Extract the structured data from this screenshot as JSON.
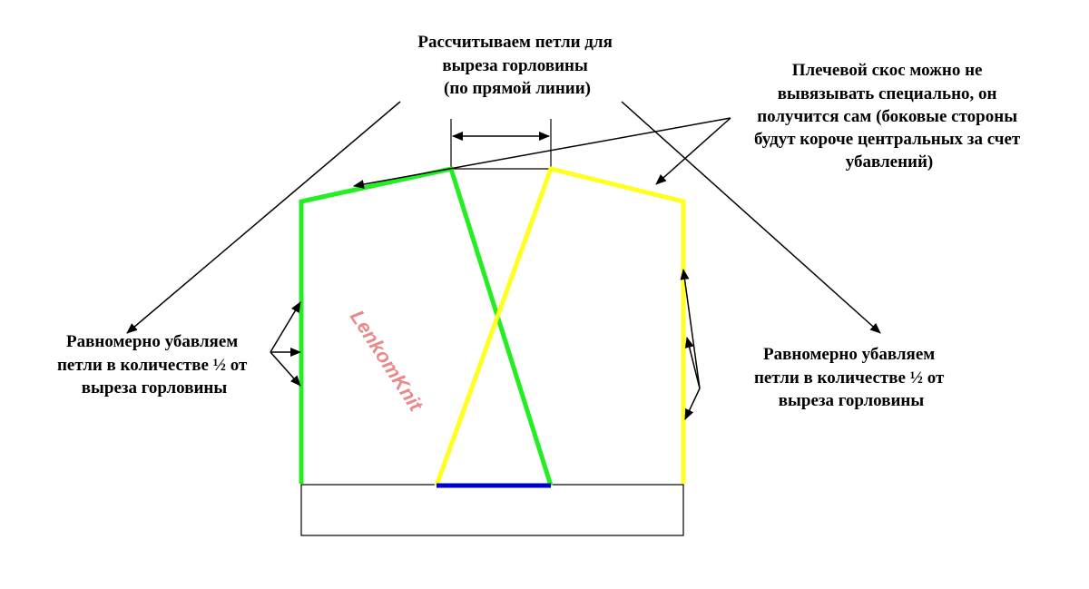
{
  "labels": {
    "neckline_calc": [
      "Рассчитываем петли для",
      "выреза горловины",
      "(по прямой линии)"
    ],
    "shoulder_note": [
      "Плечевой скос можно не",
      "вывязывать специально, он",
      "получится сам (боковые стороны",
      "будут короче центральных за счет",
      "убавлений)"
    ],
    "left_decrease": [
      "Равномерно убавляем",
      "петли в количестве ½ от",
      "выреза горловины"
    ],
    "right_decrease": [
      "Равномерно убавляем",
      "петли в количестве ½ от",
      "выреза горловины"
    ]
  },
  "watermark": "LenkomKnit",
  "colors": {
    "green": "#22ee22",
    "yellow": "#ffff22",
    "blue": "#0000cc",
    "outline": "#000000",
    "watermark": "#e88a8a"
  }
}
